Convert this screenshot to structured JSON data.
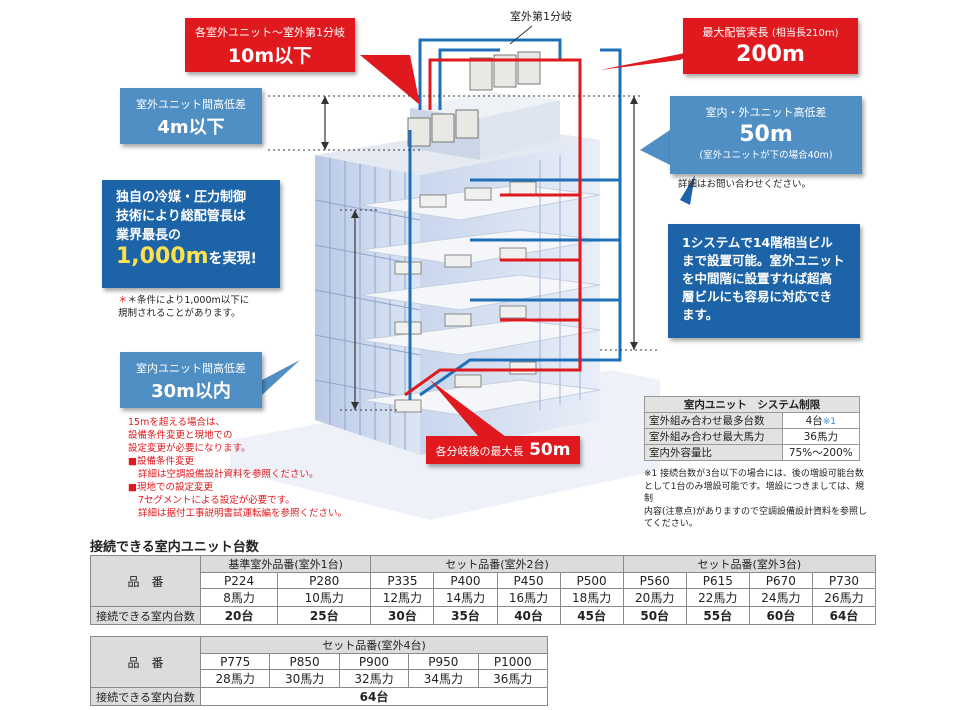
{
  "callouts": {
    "outdoor_to_branch": {
      "label": "各室外ユニット〜室外第1分岐",
      "value": "10m以下"
    },
    "first_branch_label": "室外第1分岐",
    "max_pipe": {
      "label": "最大配管実長",
      "sub": "(相当長210m)",
      "value": "200m"
    },
    "outdoor_height_diff": {
      "label": "室外ユニット間高低差",
      "value": "4m以下"
    },
    "in_out_height": {
      "label": "室内・外ユニット高低差",
      "value": "50m",
      "sub": "(室外ユニットが下の場合40m)",
      "note": "詳細はお問い合わせください。"
    },
    "total_length": {
      "line1": "独自の冷媒・圧力制御",
      "line2": "技術により総配管長は",
      "line3": "業界最長の",
      "value": "1,000m",
      "suffix": "を実現!",
      "note1": "＊条件により1,000m以下に",
      "note2": "規制されることがあります。"
    },
    "fourteen_floor": {
      "line1": "1システムで14階相当ビル",
      "line2": "まで設置可能。室外ユニット",
      "line3": "を中間階に設置すれば超高",
      "line4": "層ビルにも容易に対応でき",
      "line5": "ます。"
    },
    "indoor_height_diff": {
      "label": "室内ユニット間高低差",
      "value": "30m以内"
    },
    "after_branch": {
      "label": "各分岐後の最大長",
      "value": "50m"
    }
  },
  "notes15": {
    "l1": "15mを超える場合は、",
    "l2": "設備条件変更と現地での",
    "l3": "設定変更が必要になります。",
    "l4": "■設備条件変更",
    "l5": "詳細は空調設備設計資料を参照ください。",
    "l6": "■現地での設定変更",
    "l7": "7セグメントによる設定が必要です。",
    "l8": "詳細は据付工事説明書試運転編を参照ください。"
  },
  "limit_table": {
    "title": "室内ユニット　システム制限",
    "rows": [
      {
        "label": "室外組み合わせ最多台数",
        "value": "4台",
        "mark": "※1"
      },
      {
        "label": "室外組み合わせ最大馬力",
        "value": "36馬力"
      },
      {
        "label": "室内外容量比",
        "value": "75%〜200%"
      }
    ],
    "footnote1": "※1 接続台数が3台以下の場合には、後の増設可能台数",
    "footnote2": "として1台のみ増設可能です。増設につきましては、規制",
    "footnote3": "内容(注意点)がありますので空調設備設計資料を参照し",
    "footnote4": "てください。"
  },
  "section_title": "接続できる室内ユニット台数",
  "table1": {
    "groups": [
      "基準室外品番(室外1台)",
      "セット品番(室外2台)",
      "セット品番(室外3台)"
    ],
    "row_model": "品　番",
    "row_count": "接続できる室内台数",
    "models": [
      "P224",
      "P280",
      "P335",
      "P400",
      "P450",
      "P500",
      "P560",
      "P615",
      "P670",
      "P730"
    ],
    "hp": [
      "8馬力",
      "10馬力",
      "12馬力",
      "14馬力",
      "16馬力",
      "18馬力",
      "20馬力",
      "22馬力",
      "24馬力",
      "26馬力"
    ],
    "counts": [
      "20台",
      "25台",
      "30台",
      "35台",
      "40台",
      "45台",
      "50台",
      "55台",
      "60台",
      "64台"
    ]
  },
  "table2": {
    "group": "セット品番(室外4台)",
    "row_model": "品　番",
    "row_count": "接続できる室内台数",
    "models": [
      "P775",
      "P850",
      "P900",
      "P950",
      "P1000"
    ],
    "hp": [
      "28馬力",
      "30馬力",
      "32馬力",
      "34馬力",
      "36馬力"
    ],
    "count": "64台"
  },
  "colors": {
    "red": "#e0191e",
    "blue": "#4f8fc4",
    "navy": "#1c63a8",
    "pipe_blue": "#1f6fb8"
  }
}
